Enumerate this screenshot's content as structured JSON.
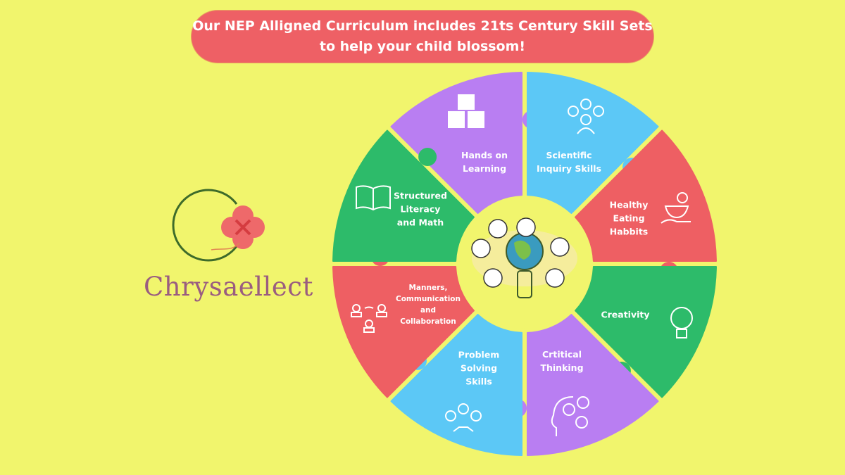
{
  "banner": {
    "line1": "Our NEP Alligned Curriculum includes 21ts Century Skill Sets",
    "line2": "to help your child blossom!"
  },
  "logo": {
    "name": "Chrysaellect"
  },
  "colors": {
    "background": "#f1f56d",
    "purple": "#b97ef2",
    "blue": "#5cc8f6",
    "red": "#ee5f63",
    "green": "#2dbb6a",
    "brand": "#9a5d80"
  },
  "segments": [
    {
      "label": "Hands on Learning",
      "lines": [
        "Hands on",
        "Learning"
      ],
      "icon": "shape-blocks-icon",
      "color": "#b97ef2"
    },
    {
      "label": "Scientific Inquiry Skills",
      "lines": [
        "Scientific",
        "Inquiry Skills"
      ],
      "icon": "questions-person-icon",
      "color": "#5cc8f6"
    },
    {
      "label": "Healthy Eating Habbits",
      "lines": [
        "Healthy",
        "Eating",
        "Habbits"
      ],
      "icon": "food-bowl-hand-icon",
      "color": "#ee5f63"
    },
    {
      "label": "Creativity",
      "lines": [
        "Creativity"
      ],
      "icon": "brain-bulb-icon",
      "color": "#2dbb6a"
    },
    {
      "label": "Crtitical Thinking",
      "lines": [
        "Crtitical",
        "Thinking"
      ],
      "icon": "head-gears-icon",
      "color": "#b97ef2"
    },
    {
      "label": "Problem Solving Skills",
      "lines": [
        "Problem",
        "Solving",
        "Skills"
      ],
      "icon": "handshake-team-icon",
      "color": "#5cc8f6"
    },
    {
      "label": "Manners, Communication and Collaboration",
      "lines": [
        "Manners,",
        "Communication",
        "and",
        "Collaboration"
      ],
      "icon": "people-network-icon",
      "color": "#ee5f63"
    },
    {
      "label": "Structured Literacy and Math",
      "lines": [
        "Structured",
        "Literacy",
        "and Math"
      ],
      "icon": "open-book-icon",
      "color": "#2dbb6a"
    }
  ]
}
